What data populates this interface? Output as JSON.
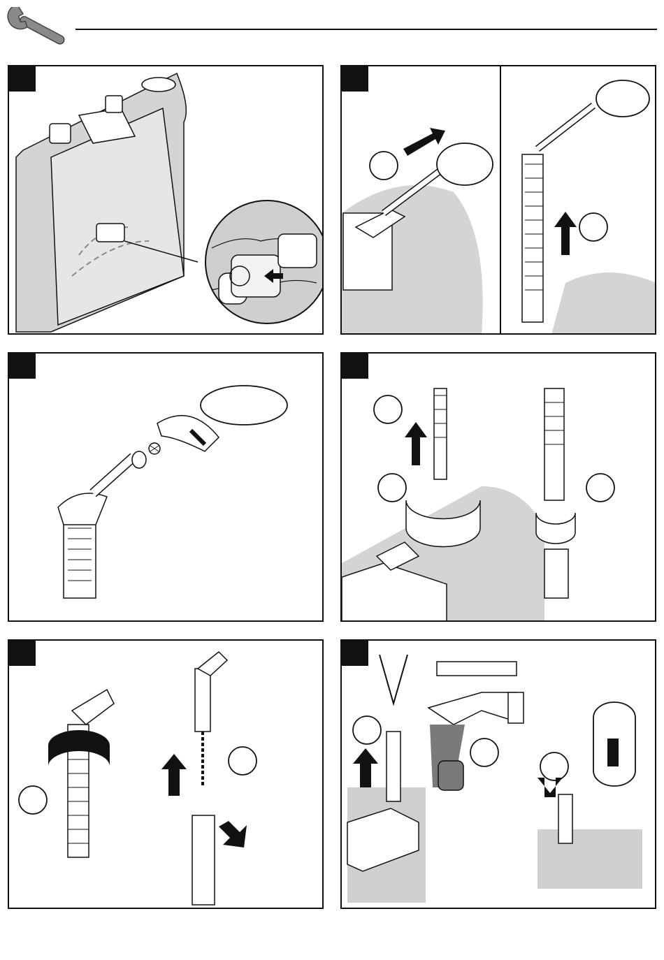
{
  "header": {
    "icon": "wrench-icon"
  },
  "panels": [
    {
      "id": 1,
      "subject": "valve-body-check-valve"
    },
    {
      "id": 2,
      "subject": "remove-handshower"
    },
    {
      "id": 3,
      "subject": "handshower-strainer"
    },
    {
      "id": 4,
      "subject": "hose-quick-connect"
    },
    {
      "id": 5,
      "subject": "hose-swivel"
    },
    {
      "id": 6,
      "subject": "clean-check-valve"
    }
  ],
  "colors": {
    "ink": "#111111",
    "shade": "#cfcfcf",
    "dark_shade": "#8a8a8a",
    "paper": "#ffffff"
  }
}
